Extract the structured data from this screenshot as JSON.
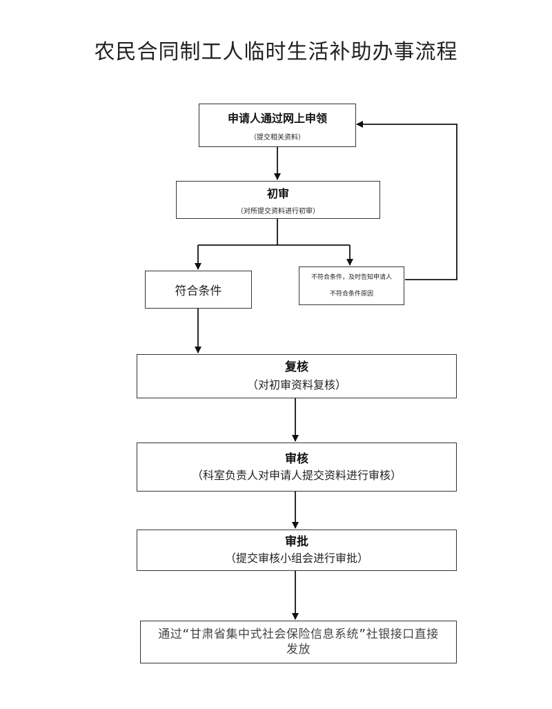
{
  "title": "农民合同制工人临时生活补助办事流程",
  "steps": {
    "apply": {
      "label": "申请人通过网上申领",
      "note": "（提交相关资料）"
    },
    "initial_review": {
      "label": "初审",
      "note": "（对所提交资料进行初审）"
    },
    "eligible": {
      "label": "符合条件"
    },
    "ineligible": {
      "line1": "不符合条件，及时告知申请人",
      "line2": "不符合条件原因"
    },
    "recheck": {
      "label": "复核",
      "note": "（对初审资料复核）"
    },
    "audit": {
      "label": "审核",
      "note": "（科室负责人对申请人提交资料进行审核）"
    },
    "approve": {
      "label": "审批",
      "note": "（提交审核小组会进行审批）"
    },
    "payout": {
      "text": "通过“甘肃省集中式社会保险信息系统”社银接口直接发放"
    }
  }
}
